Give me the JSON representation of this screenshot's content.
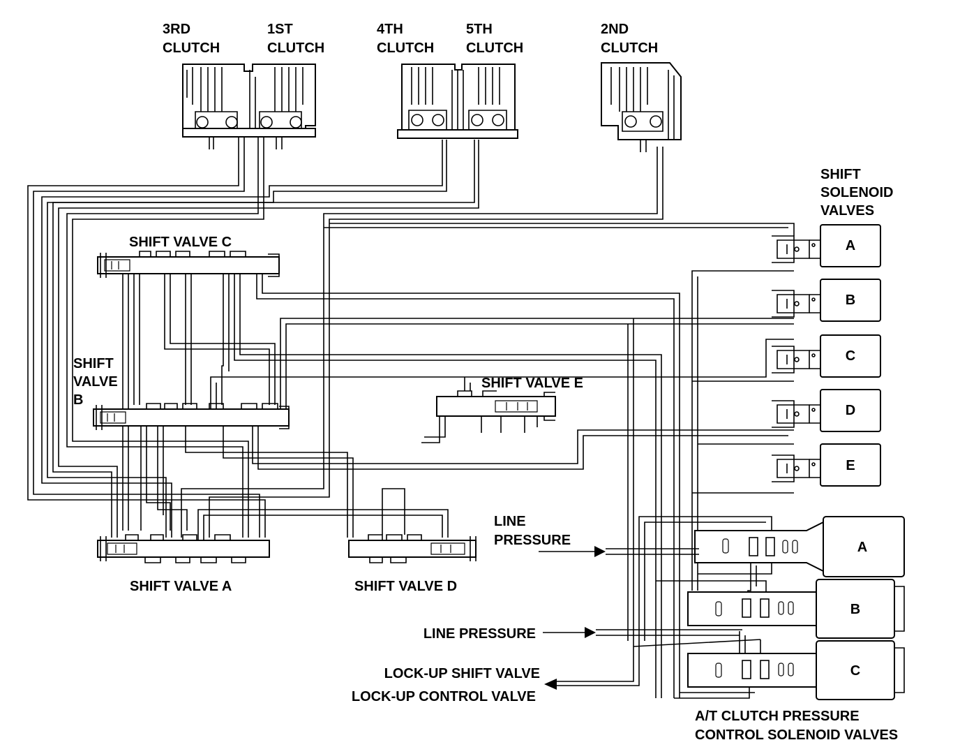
{
  "clutches": [
    {
      "id": "3rd",
      "line1": "3RD",
      "line2": "CLUTCH"
    },
    {
      "id": "1st",
      "line1": "1ST",
      "line2": "CLUTCH"
    },
    {
      "id": "4th",
      "line1": "4TH",
      "line2": "CLUTCH"
    },
    {
      "id": "5th",
      "line1": "5TH",
      "line2": "CLUTCH"
    },
    {
      "id": "2nd",
      "line1": "2ND",
      "line2": "CLUTCH"
    }
  ],
  "shift_solenoids": {
    "title": [
      "SHIFT",
      "SOLENOID",
      "VALVES"
    ],
    "letters": [
      "A",
      "B",
      "C",
      "D",
      "E"
    ]
  },
  "shift_valves": {
    "c": "SHIFT VALVE C",
    "b": [
      "SHIFT",
      "VALVE",
      "B"
    ],
    "e": "SHIFT VALVE E",
    "a": "SHIFT VALVE A",
    "d": "SHIFT VALVE D"
  },
  "pressure_solenoids": {
    "letters": [
      "A",
      "B",
      "C"
    ],
    "title": [
      "A/T CLUTCH PRESSURE",
      "CONTROL SOLENOID VALVES"
    ]
  },
  "line_pressure_1": [
    "LINE",
    "PRESSURE"
  ],
  "line_pressure_2": "LINE PRESSURE",
  "lockup": [
    "LOCK-UP SHIFT VALVE",
    "LOCK-UP CONTROL VALVE"
  ]
}
